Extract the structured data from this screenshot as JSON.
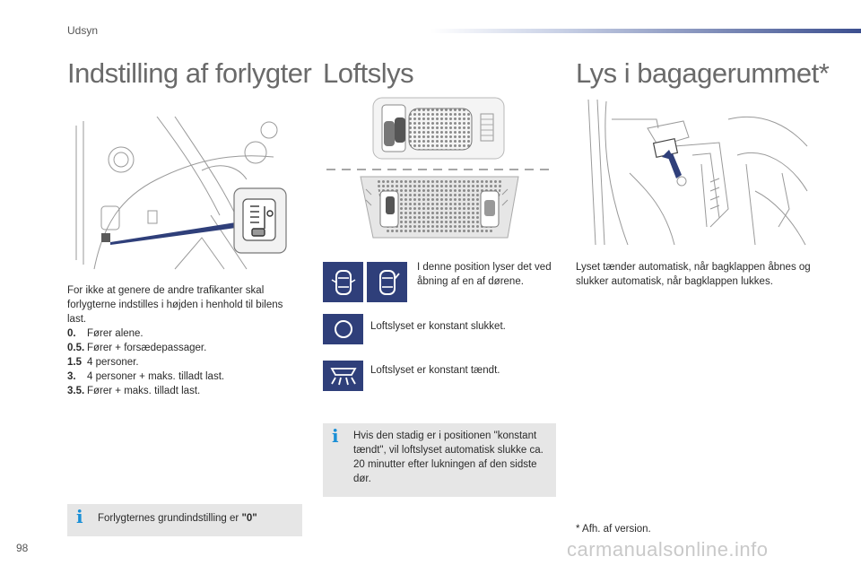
{
  "header": {
    "section": "Udsyn",
    "page_number": "98",
    "watermark": "carmanualsonline.info"
  },
  "col1": {
    "title": "Indstilling af forlygter",
    "intro": "For ikke at genere de andre trafikanter skal forlygterne indstilles i højden i henhold til bilens last.",
    "items": [
      {
        "num": "0.",
        "text": "Fører alene."
      },
      {
        "num": "0.5.",
        "text": "Fører + forsædepassager."
      },
      {
        "num": "1.5",
        "text": "4 personer."
      },
      {
        "num": "3.",
        "text": "4 personer + maks. tilladt last."
      },
      {
        "num": "3.5.",
        "text": "Fører + maks. tilladt last."
      }
    ],
    "info_prefix": "Forlygternes grundindstilling er ",
    "info_value": "\"0\""
  },
  "col2": {
    "title": "Loftslys",
    "row_door": "I denne position lyser det ved åbning af en af dørene.",
    "row_off": "Loftslyset er konstant slukket.",
    "row_on": "Loftslyset er konstant tændt.",
    "info": "Hvis den stadig er i positionen \"konstant tændt\", vil loftslyset automatisk slukke ca. 20 minutter efter lukningen af den sidste dør."
  },
  "col3": {
    "title": "Lys i bagagerummet*",
    "text": "Lyset tænder automatisk, når bagklappen åbnes og slukker automatisk, når bagklappen lukkes.",
    "footnote": "* Afh. af version."
  },
  "colors": {
    "accent": "#2f3f7a",
    "info_bg": "#e6e6e6",
    "info_icon": "#1a8fd6"
  }
}
